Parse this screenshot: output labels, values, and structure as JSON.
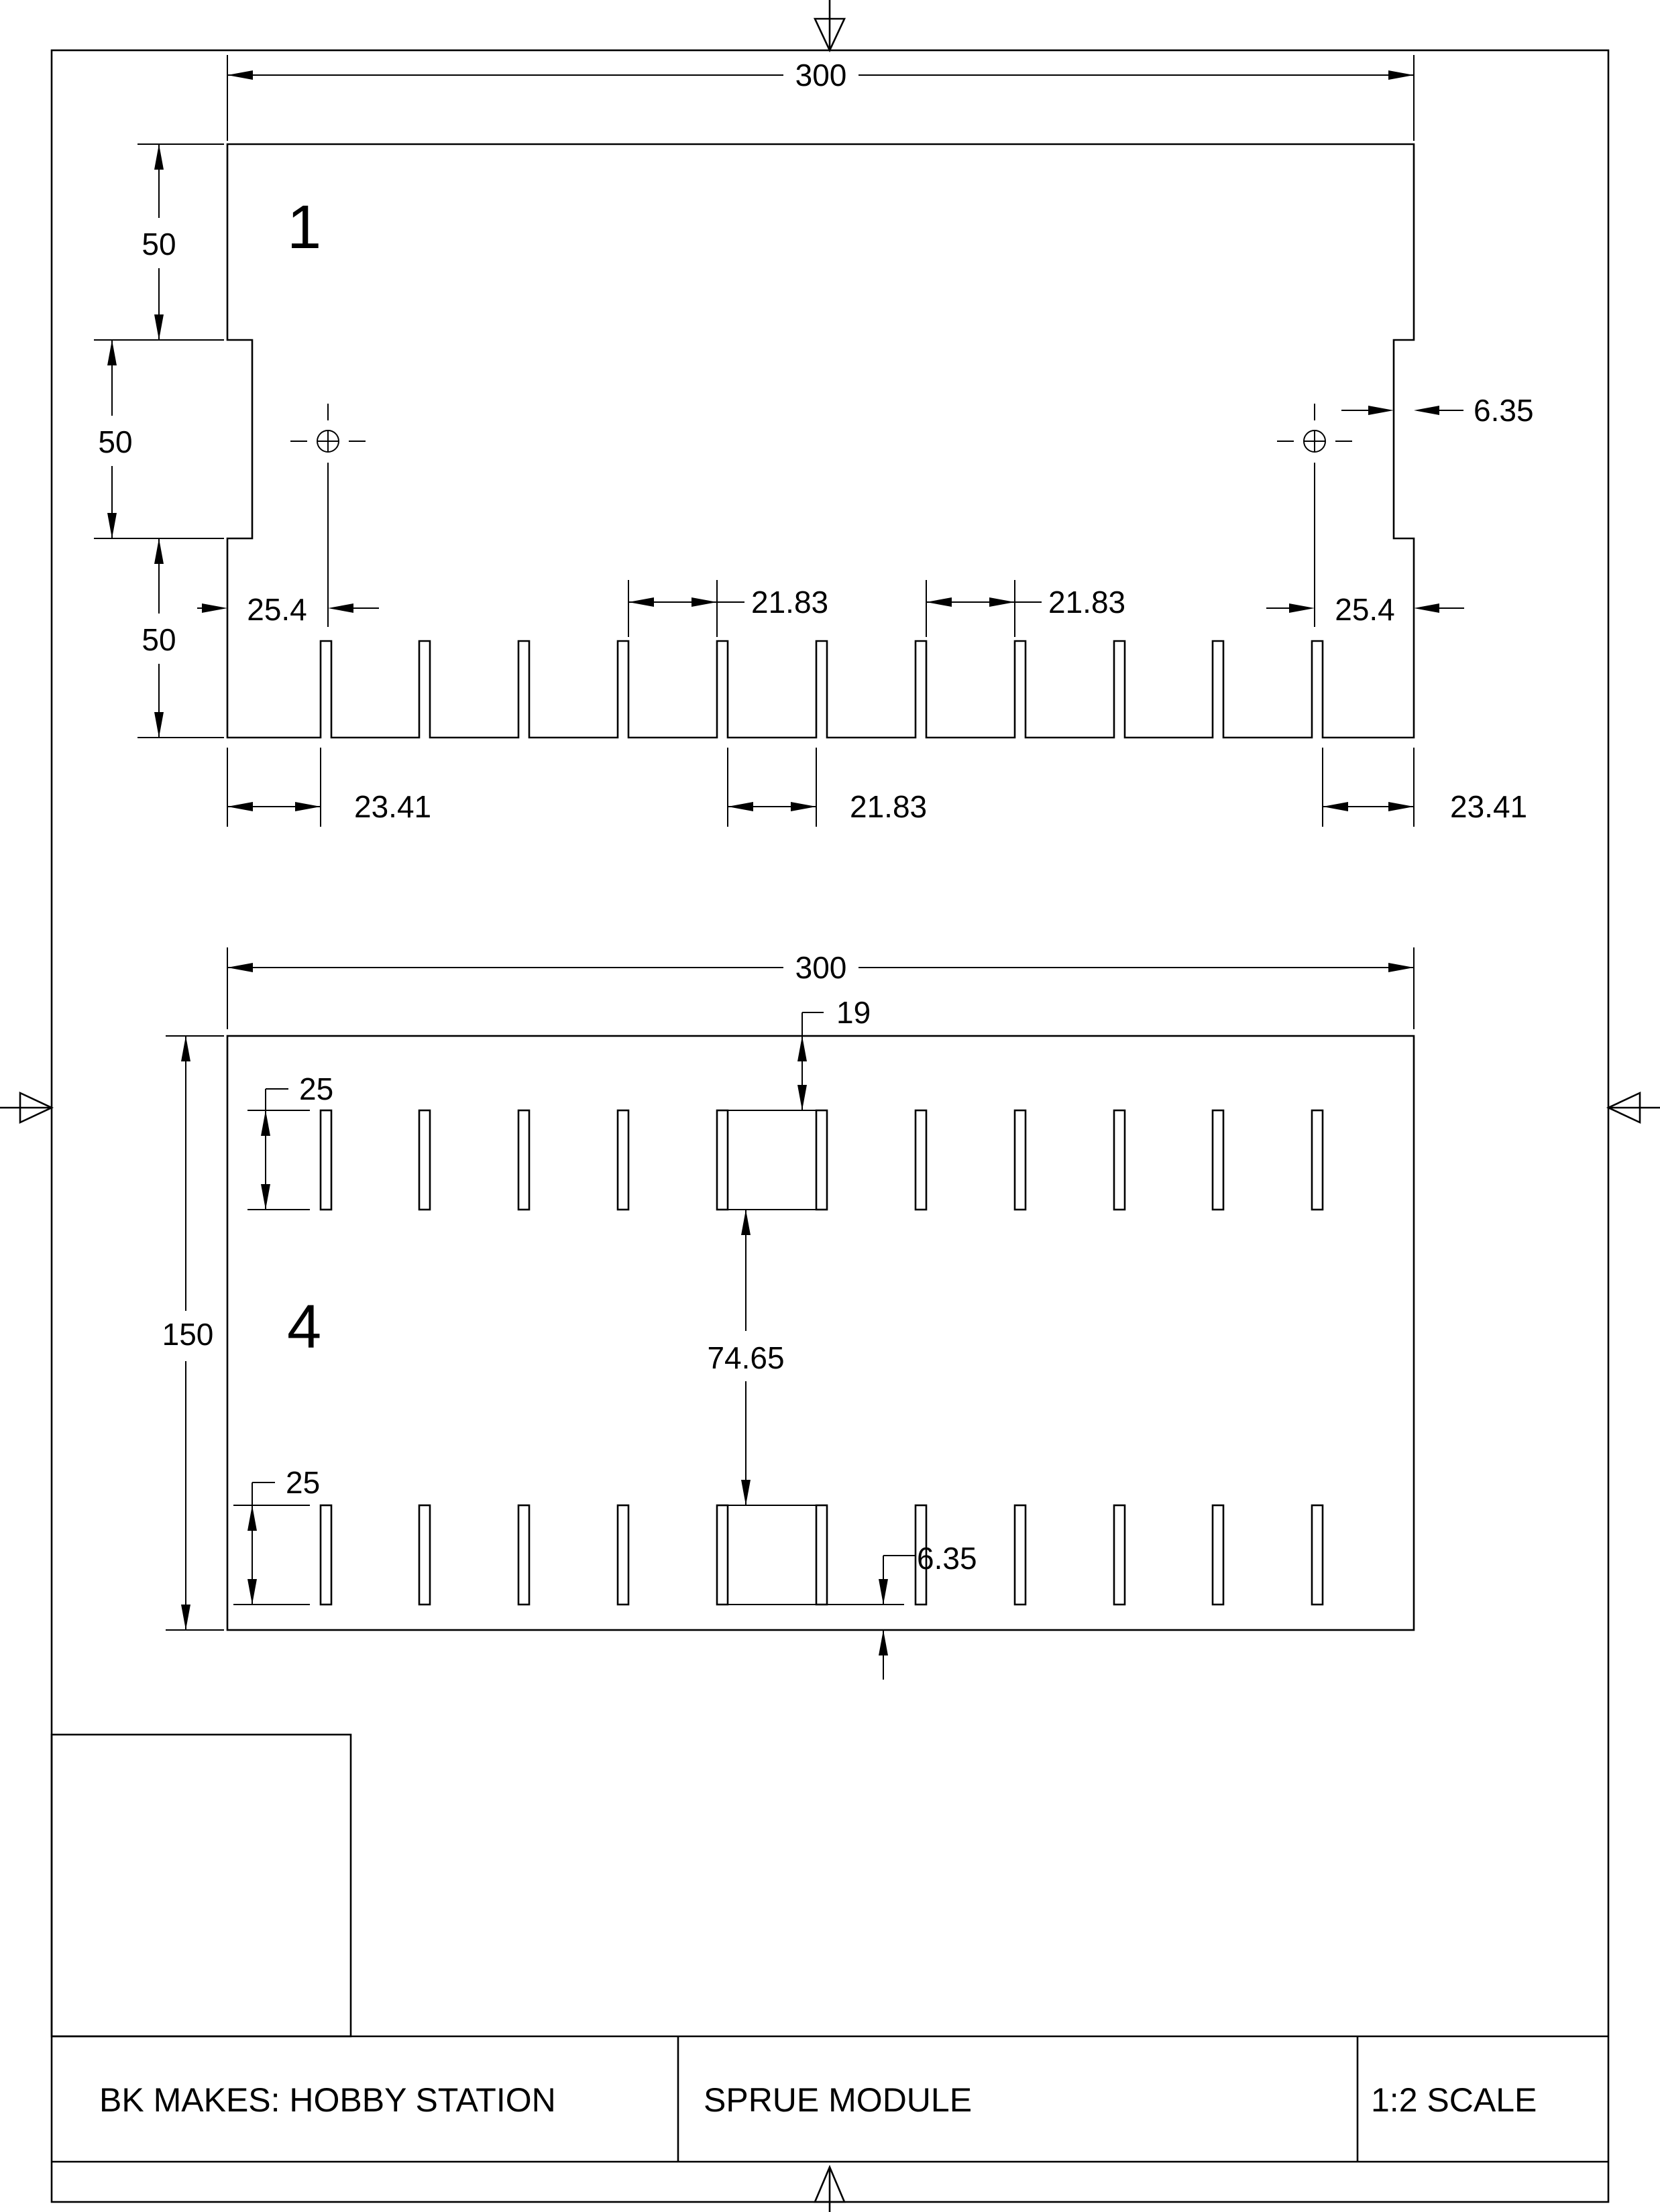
{
  "part1": {
    "number": "1",
    "dims": {
      "overall_width": "300",
      "height_top": "50",
      "tab_height": "50",
      "height_bottom": "50",
      "right_tab_depth": "6.35",
      "hole_offset_left": "25.4",
      "hole_offset_right": "25.4",
      "slot_pitch_a": "21.83",
      "slot_pitch_b": "21.83",
      "edge_left": "23.41",
      "slot_pitch_bottom": "21.83",
      "edge_right": "23.41"
    }
  },
  "part4": {
    "number": "4",
    "dims": {
      "overall_width": "300",
      "height": "150",
      "top_margin": "19",
      "slot_length_top": "25",
      "slot_length_bottom": "25",
      "row_gap": "74.65",
      "bottom_margin": "6.35"
    }
  },
  "title_block": {
    "project": "BK MAKES: HOBBY STATION",
    "part_name": "SPRUE MODULE",
    "scale": "1:2 SCALE"
  }
}
